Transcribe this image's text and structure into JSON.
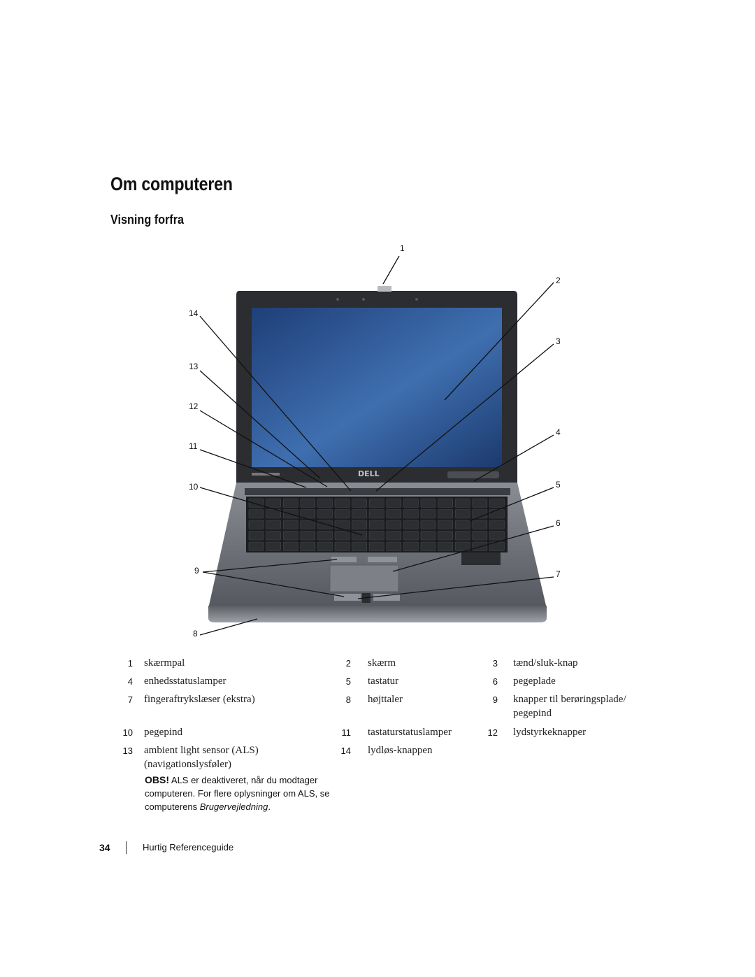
{
  "title": "Om computeren",
  "subtitle": "Visning forfra",
  "callouts": [
    "1",
    "2",
    "3",
    "4",
    "5",
    "6",
    "7",
    "8",
    "9",
    "10",
    "11",
    "12",
    "13",
    "14"
  ],
  "legend": [
    [
      {
        "num": "1",
        "label": "skærmpal"
      },
      {
        "num": "2",
        "label": "skærm"
      },
      {
        "num": "3",
        "label": "tænd/sluk-knap"
      }
    ],
    [
      {
        "num": "4",
        "label": "enhedsstatuslamper"
      },
      {
        "num": "5",
        "label": "tastatur"
      },
      {
        "num": "6",
        "label": "pegeplade"
      }
    ],
    [
      {
        "num": "7",
        "label": "fingeraftrykslæser (ekstra)"
      },
      {
        "num": "8",
        "label": "højttaler"
      },
      {
        "num": "9",
        "label": "knapper til berøringsplade/ pegepind"
      }
    ],
    [
      {
        "num": "10",
        "label": "pegepind"
      },
      {
        "num": "11",
        "label": "tastaturstatuslamper"
      },
      {
        "num": "12",
        "label": "lydstyrkeknapper"
      }
    ],
    [
      {
        "num": "13",
        "label": "ambient light sensor (ALS) (navigationslysføler)"
      },
      {
        "num": "14",
        "label": "lydløs-knappen"
      }
    ]
  ],
  "note": {
    "prefix": "OBS!",
    "text": " ALS er deaktiveret, når du modtager computeren. For flere oplysninger om ALS, se computerens ",
    "doc": "Brugervejledning",
    "end": "."
  },
  "footer": {
    "page": "34",
    "title": "Hurtig Referenceguide"
  },
  "colors": {
    "screen": "#2a4f8a",
    "bezel": "#2b2d30",
    "body": "#6d7177",
    "keys": "#1c1d20"
  }
}
